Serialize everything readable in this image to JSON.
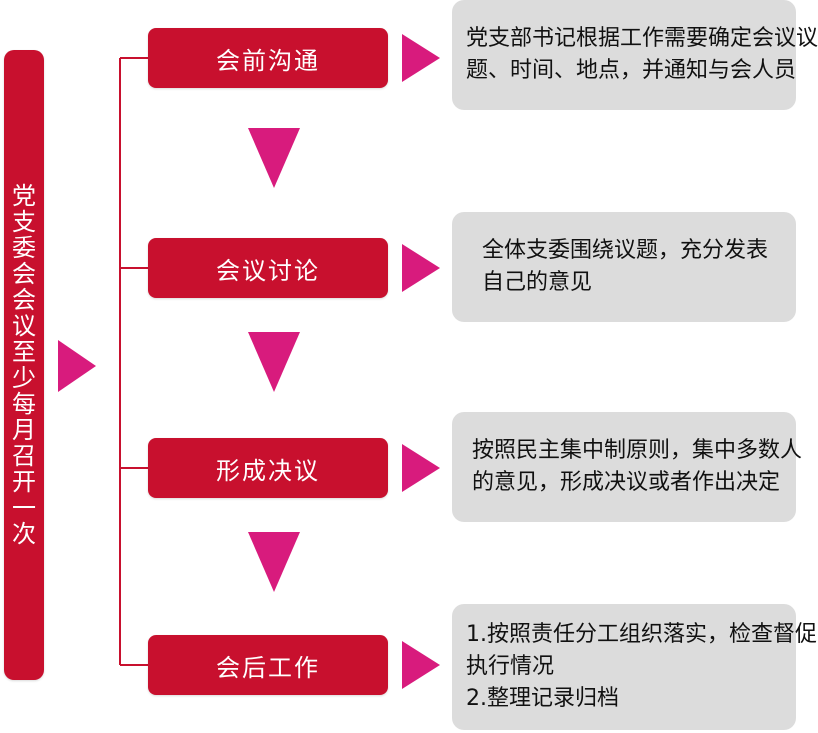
{
  "colors": {
    "red": "#c8102e",
    "magenta": "#d81b7d",
    "gray": "#dcdcdc",
    "bracket": "#c8102e"
  },
  "side": {
    "label": "党支委会会议至少每月召开一次"
  },
  "steps": [
    {
      "label": "会前沟通",
      "desc": [
        "党支部书记根据工作需要确定会议议",
        "题、时间、地点，并通知与会人员"
      ]
    },
    {
      "label": "会议讨论",
      "desc": [
        "全体支委围绕议题，充分发表",
        "自己的意见"
      ]
    },
    {
      "label": "形成决议",
      "desc": [
        "按照民主集中制原则，集中多数人",
        "的意见，形成决议或者作出决定"
      ]
    },
    {
      "label": "会后工作",
      "desc": [
        "1.按照责任分工组织落实，检查督促",
        "执行情况",
        "2.整理记录归档"
      ]
    }
  ]
}
